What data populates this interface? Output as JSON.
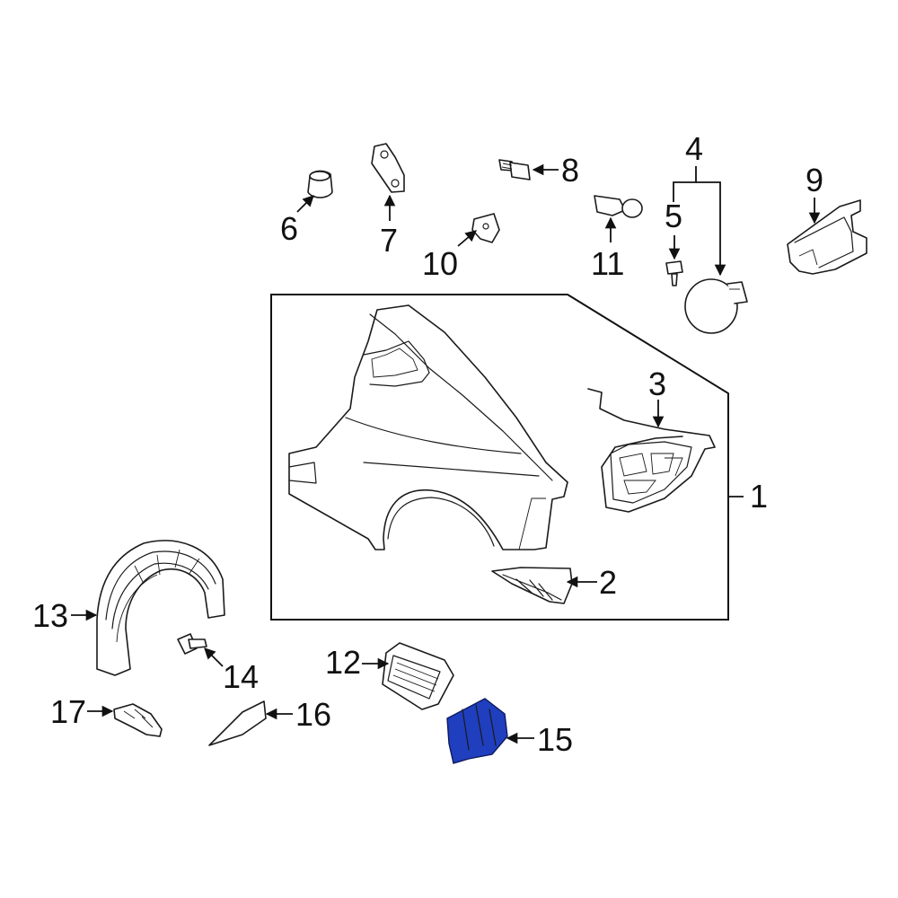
{
  "callouts": {
    "c1": "1",
    "c2": "2",
    "c3": "3",
    "c4": "4",
    "c5": "5",
    "c6": "6",
    "c7": "7",
    "c8": "8",
    "c9": "9",
    "c10": "10",
    "c11": "11",
    "c12": "12",
    "c13": "13",
    "c14": "14",
    "c15": "15",
    "c16": "16",
    "c17": "17"
  },
  "colors": {
    "highlight": "#1f3fbf",
    "line": "#1a1a1a"
  }
}
